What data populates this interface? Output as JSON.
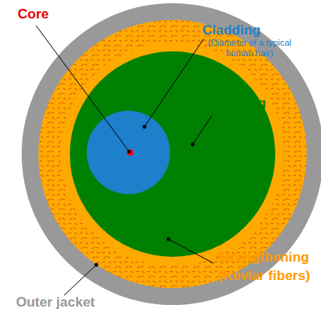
{
  "diagram": {
    "labels": [
      "Core",
      "Cladding",
      "(Diameter of a typical human hair)",
      "Coating",
      "Strengthening",
      "(Kevlar fibers)",
      "Outer jacket"
    ]
  }
}
